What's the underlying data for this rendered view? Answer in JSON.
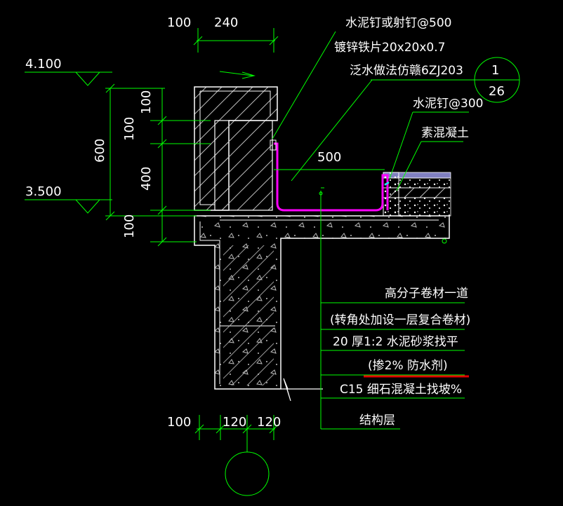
{
  "colors": {
    "background": "#000000",
    "dimension": "#00ff00",
    "outline": "#ffffff",
    "hatch": "#c0c0c0",
    "membrane": "#ff00ff",
    "leader": "#00ff00",
    "highlight": "#e00000",
    "text": "#ffffff"
  },
  "dimensions": {
    "top_100": "100",
    "top_240": "240",
    "v_600": "600",
    "v_100_upper": "100",
    "v_100_mid": "100",
    "v_400": "400",
    "v_100_lower": "100",
    "w_500": "500",
    "bottom_100": "100",
    "bottom_120_left": "120",
    "bottom_120_right": "120"
  },
  "levels": {
    "top": "4.100",
    "bottom": "3.500"
  },
  "detail_marker": {
    "top": "1",
    "bottom": "26"
  },
  "notes": {
    "nail_500": "水泥钉或射钉@500",
    "plate": "镀锌铁片20x20x0.7",
    "flashing": "泛水做法仿赣6ZJ203",
    "nail_300": "水泥钉@300",
    "plain_concrete": "素混凝土"
  },
  "layers": [
    "高分子卷材一道",
    "(转角处加设一层复合卷材)",
    "20  厚1:2  水泥砂浆找平",
    "(掺2%   防水剂)",
    "C15  细石混凝土找坡%",
    "结构层"
  ]
}
